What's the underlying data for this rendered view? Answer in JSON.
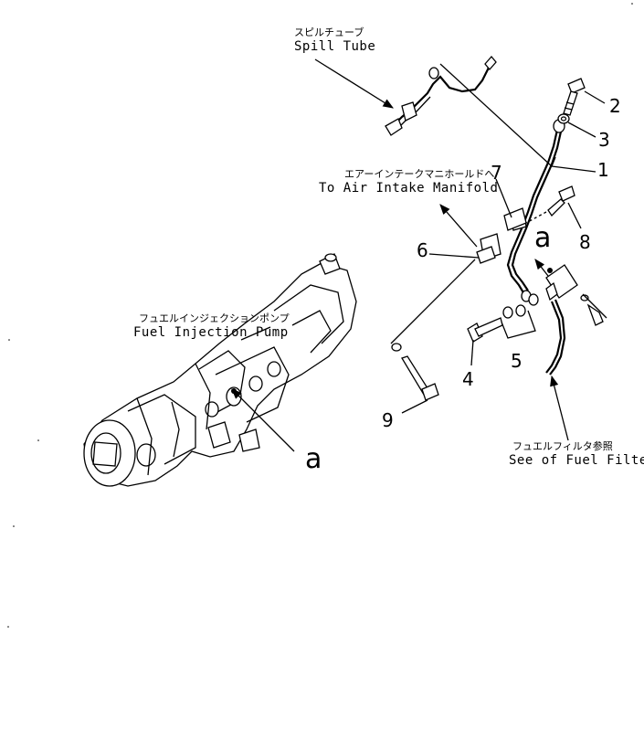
{
  "labels": {
    "spill_tube_jp": "スピルチューブ",
    "spill_tube_en": "Spill  Tube",
    "air_intake_jp": "エアーインテークマニホールドへ",
    "air_intake_en": "To  Air  Intake  Manifold",
    "pump_jp": "フュエルインジェクションポンプ",
    "pump_en": "Fuel  Injection  Pump",
    "filter_jp": "フュエルフィルタ参照",
    "filter_en": "See  of  Fuel  Filter"
  },
  "callouts": {
    "n1": "1",
    "n2": "2",
    "n3": "3",
    "n4": "4",
    "n5": "5",
    "n6": "6",
    "n7": "7",
    "n8": "8",
    "n9": "9",
    "view_a_right": "a",
    "view_a_pump": "a"
  },
  "colors": {
    "ink": "#000000",
    "paper": "#ffffff"
  }
}
